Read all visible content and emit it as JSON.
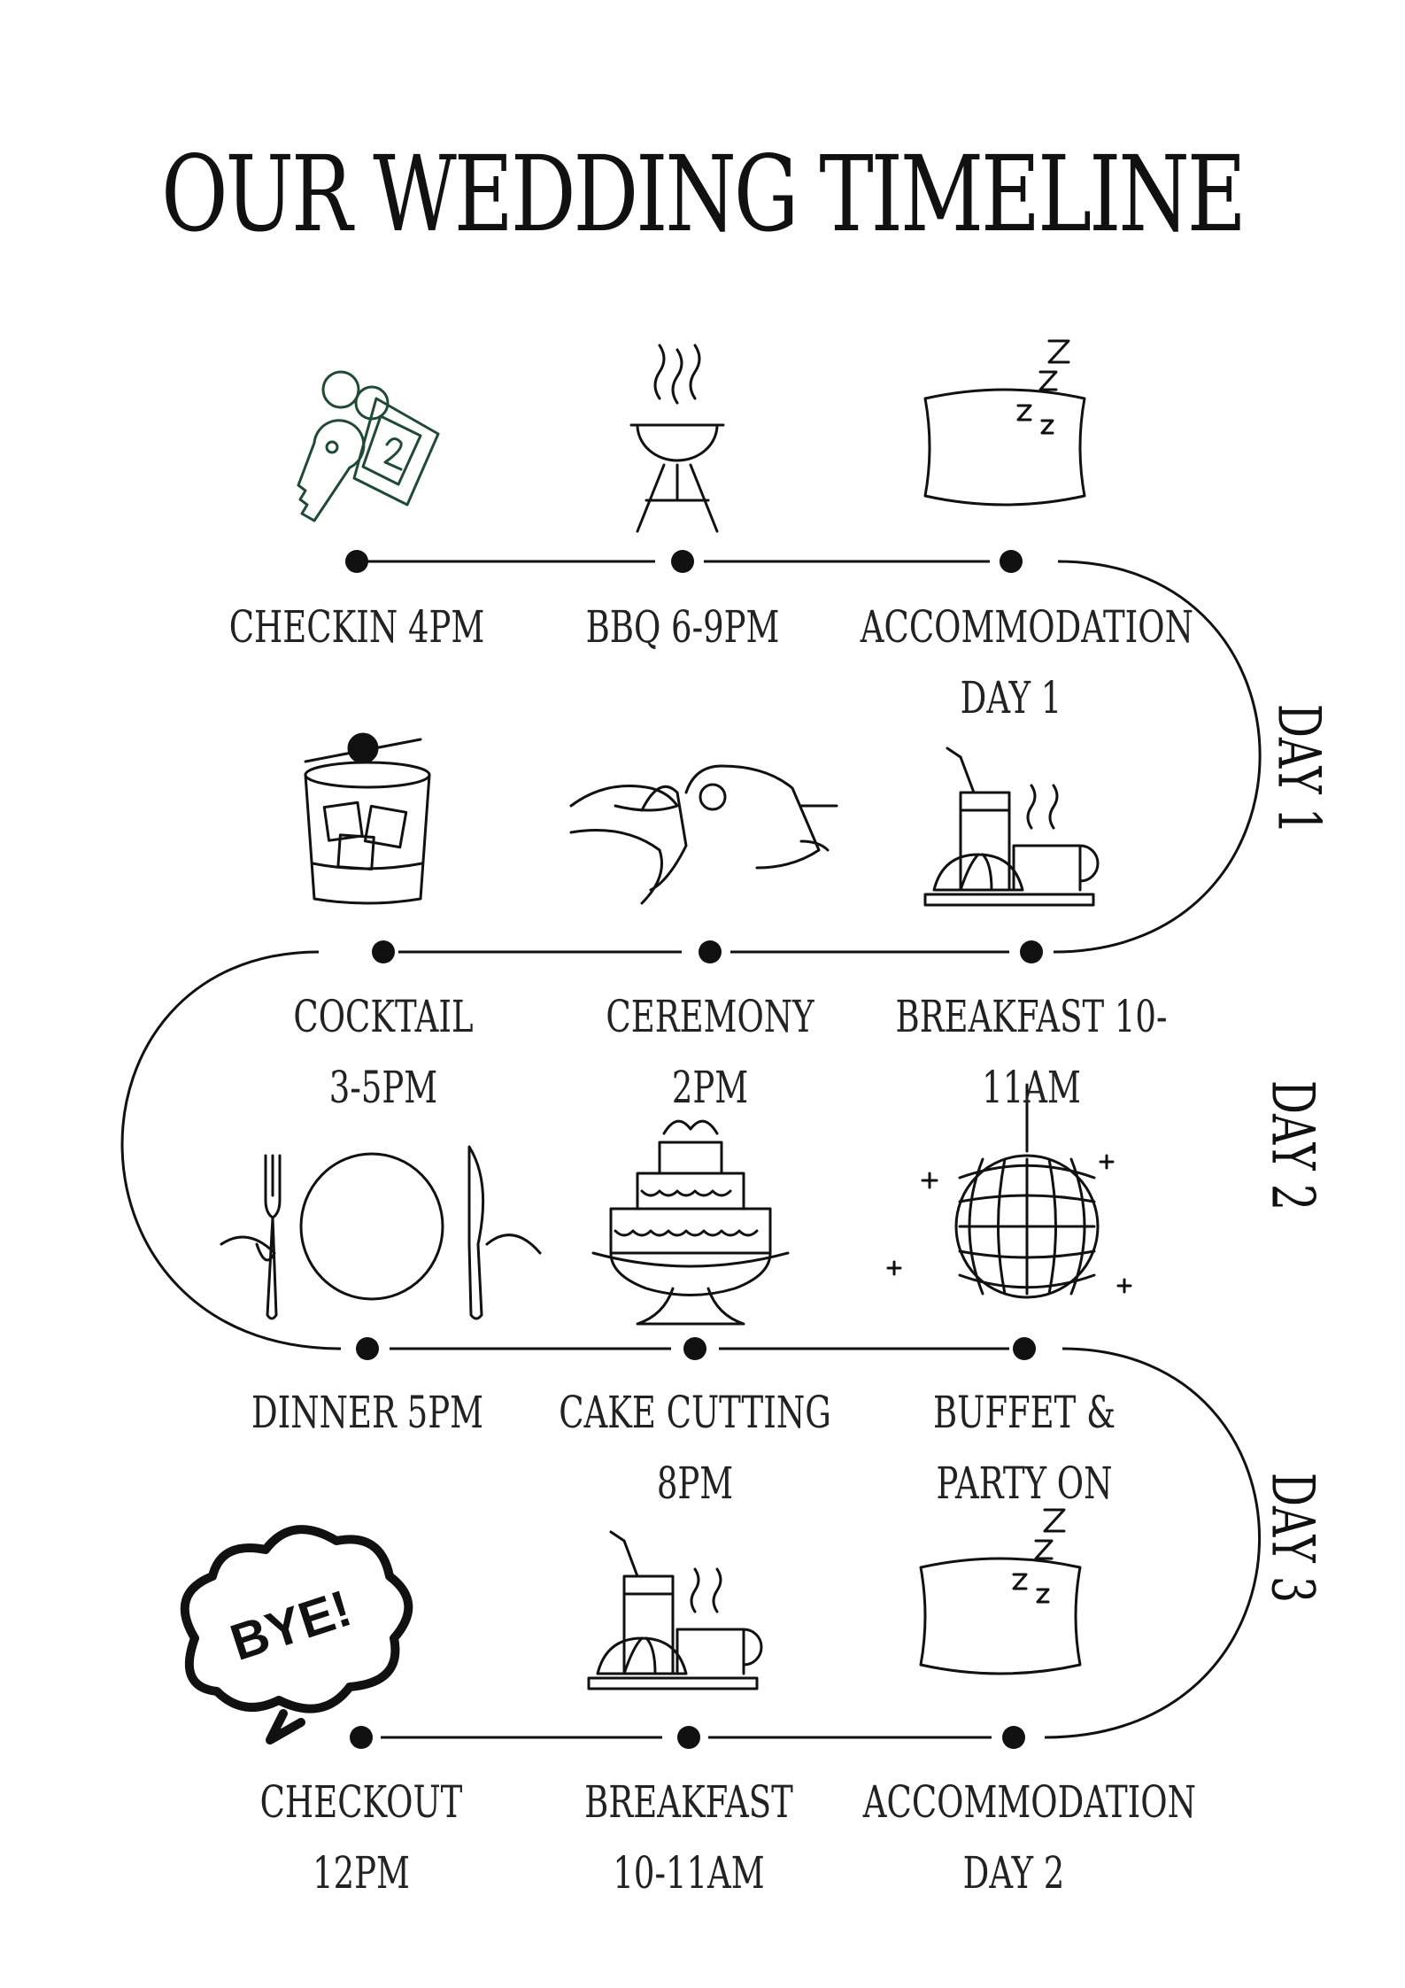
{
  "title": "OUR WEDDING TIMELINE",
  "days": [
    "DAY 1",
    "DAY 2",
    "DAY 3"
  ],
  "events": [
    {
      "label": "CHECKIN 4PM",
      "icon": "key-tag-icon"
    },
    {
      "label": "BBQ 6-9PM",
      "icon": "grill-icon"
    },
    {
      "label": "ACCOMMODATION\nDAY 1",
      "icon": "pillow-sleep-icon"
    },
    {
      "label": "BREAKFAST 10-11AM",
      "icon": "breakfast-icon"
    },
    {
      "label": "CEREMONY\n2PM",
      "icon": "ring-hands-icon"
    },
    {
      "label": "COCKTAIL\n3-5PM",
      "icon": "cocktail-glass-icon"
    },
    {
      "label": "DINNER 5PM",
      "icon": "plate-cutlery-icon"
    },
    {
      "label": "CAKE CUTTING\n8PM",
      "icon": "wedding-cake-icon"
    },
    {
      "label": "BUFFET &\nPARTY ON",
      "icon": "disco-ball-icon"
    },
    {
      "label": "ACCOMMODATION\nDAY 2",
      "icon": "pillow-sleep-icon"
    },
    {
      "label": "BREAKFAST\n10-11AM",
      "icon": "breakfast-icon"
    },
    {
      "label": "CHECKOUT 12PM",
      "icon": "bye-bubble-icon"
    }
  ],
  "colors": {
    "ink": "#111111",
    "key_green": "#1f4a33"
  }
}
